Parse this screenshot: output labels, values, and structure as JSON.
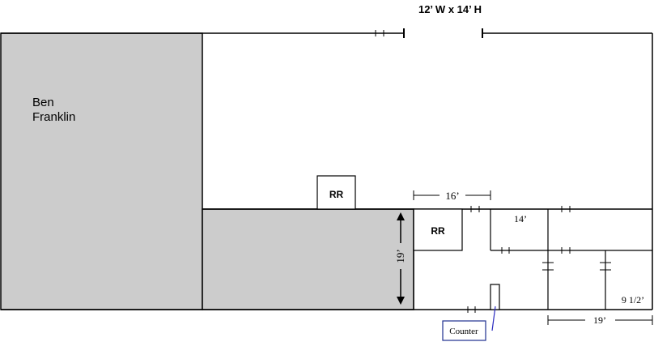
{
  "plan": {
    "door_label": "12’ W x 14’ H",
    "anchor_store": "Ben Franklin",
    "restroom_upper": "RR",
    "restroom_lower": "RR",
    "dim_16": "16’",
    "dim_19_vertical": "19’",
    "dim_14": "14’",
    "dim_9_5": "9 1/2’",
    "dim_19_bottom": "19’",
    "counter_label": "Counter"
  },
  "colors": {
    "wall": "#000000",
    "shaded_area": "#cccccc",
    "background": "#ffffff",
    "callout_border": "#1f2f8f",
    "callout_line": "#2a2abf"
  }
}
